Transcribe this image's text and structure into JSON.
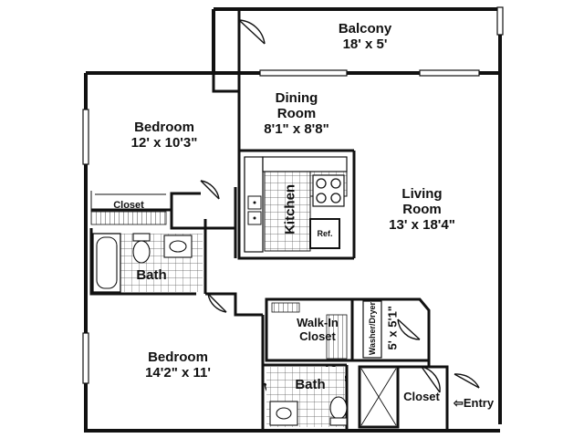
{
  "rooms": {
    "balcony": {
      "name": "Balcony",
      "size": "18' x 5'"
    },
    "dining": {
      "line1": "Dining",
      "line2": "Room",
      "size": "8'1\" x 8'8\""
    },
    "bedroom1": {
      "name": "Bedroom",
      "size": "12' x 10'3\""
    },
    "closet1": {
      "name": "Closet"
    },
    "kitchen": {
      "name": "Kitchen"
    },
    "refrigerator": {
      "name": "Ref."
    },
    "living": {
      "line1": "Living",
      "line2": "Room",
      "size": "13' x 18'4\""
    },
    "bath1": {
      "name": "Bath"
    },
    "walkin": {
      "line1": "Walk-In",
      "line2": "Closet"
    },
    "laundry": {
      "name": "Washer/Dryer",
      "size": "5' x 5'1\""
    },
    "bedroom2": {
      "name": "Bedroom",
      "size": "14'2\" x 11'"
    },
    "bath2": {
      "name": "Bath"
    },
    "closet2": {
      "name": "Closet"
    },
    "entry": {
      "name": "Entry",
      "arrow": "⇦"
    }
  },
  "colors": {
    "wall": "#111111",
    "background": "#ffffff",
    "tile_grid": "#555555"
  }
}
